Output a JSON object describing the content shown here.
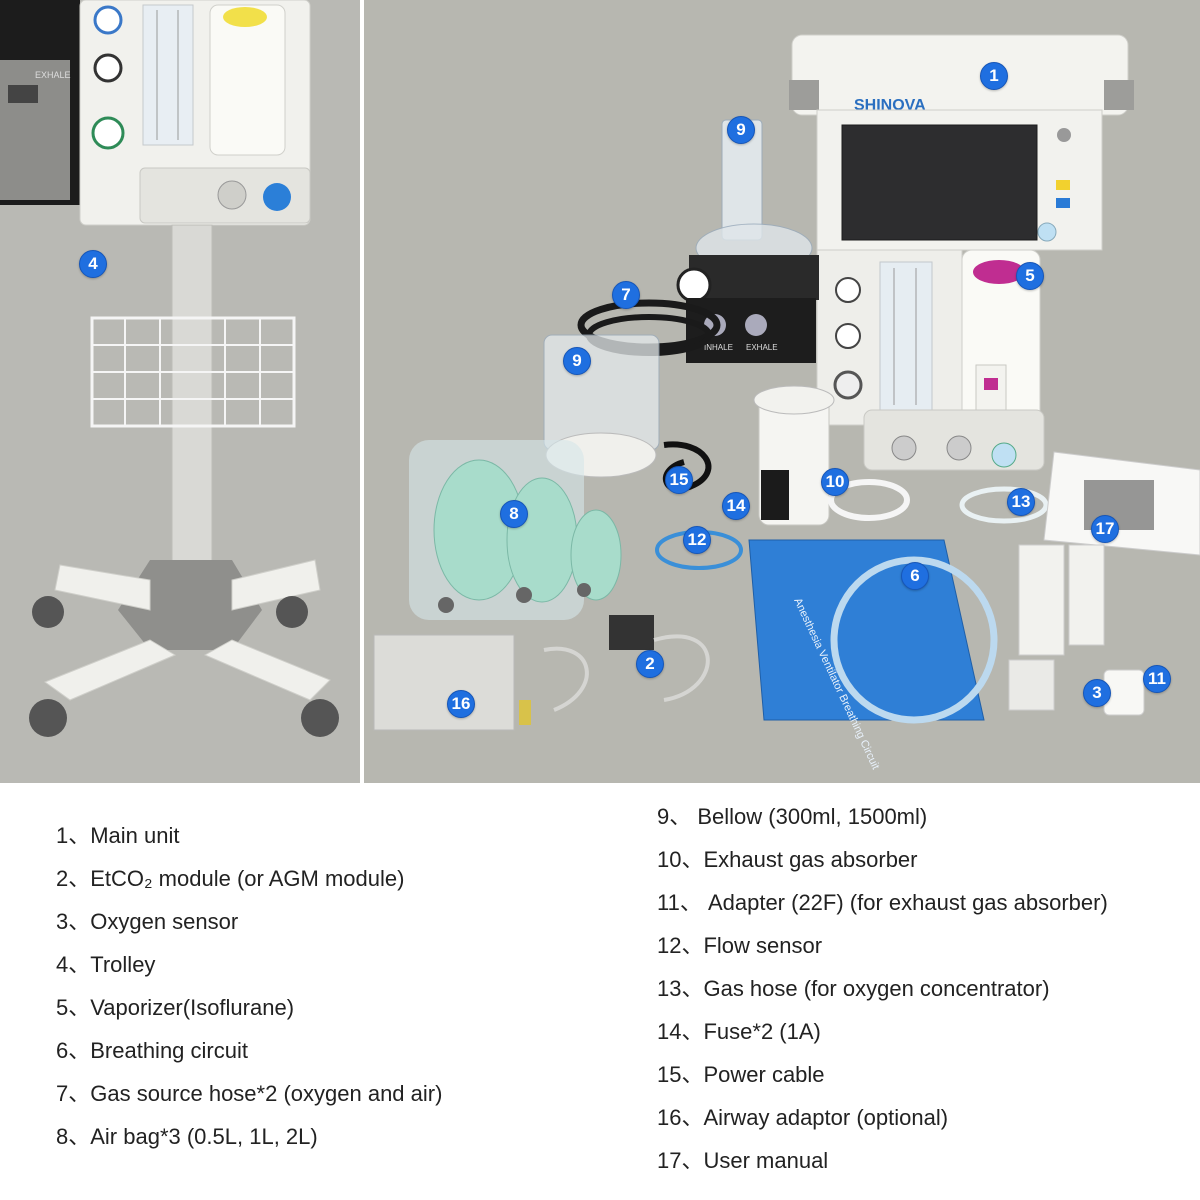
{
  "branding": {
    "logo": "SHINOVA"
  },
  "device_labels": {
    "inhale": "INHALE",
    "exhale": "EXHALE",
    "circuit_bag_text": "Anesthesia Ventilator Breathing Circuit"
  },
  "callouts": [
    "1",
    "2",
    "3",
    "4",
    "5",
    "6",
    "7",
    "8",
    "9",
    "9",
    "10",
    "11",
    "12",
    "13",
    "14",
    "15",
    "16",
    "17"
  ],
  "legend": {
    "left": [
      "1、Main unit",
      "2、EtCO₂ module (or AGM module)",
      "3、Oxygen sensor",
      "4、Trolley",
      "5、Vaporizer(Isoflurane)",
      "6、Breathing circuit",
      "7、Gas source hose*2 (oxygen and air)",
      "8、Air bag*3 (0.5L, 1L, 2L)"
    ],
    "right": [
      "9、 Bellow (300ml, 1500ml)",
      "10、Exhaust gas absorber",
      "11、 Adapter (22F) (for exhaust gas absorber)",
      "12、Flow sensor",
      "13、Gas hose (for oxygen concentrator)",
      "14、Fuse*2 (1A)",
      "15、Power cable",
      "16、Airway adaptor (optional)",
      "17、User manual"
    ]
  },
  "colors": {
    "callout": "#1f6fe0",
    "background_left": "#b9b9b4",
    "background_right": "#b7b7b0",
    "device_white": "#f2f2ee",
    "bag_green": "#a8dccb",
    "circuit_blue": "#2f7fd6"
  }
}
